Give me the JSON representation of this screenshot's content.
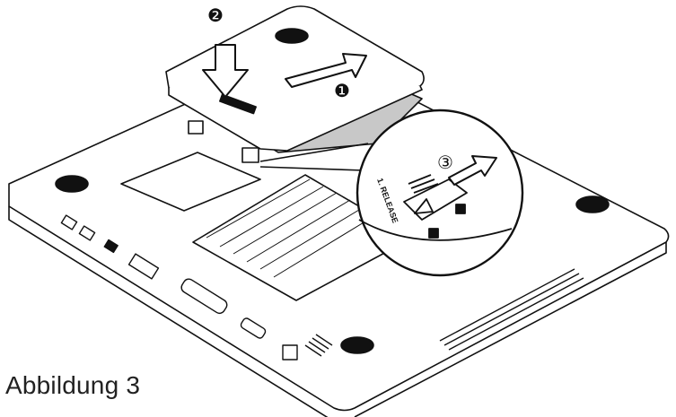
{
  "figure": {
    "caption": "Abbildung 3",
    "steps": [
      "❷",
      "❶",
      "③"
    ],
    "labels": {
      "release": "1. RELEASE"
    }
  },
  "colors": {
    "ink": "#111111",
    "shade": "#c8c8c8",
    "paper": "#ffffff"
  },
  "icons": [
    "laptop-bottom-illustration",
    "battery-pack",
    "push-arrow",
    "slide-arrow",
    "release-latch",
    "magnifier-callout"
  ]
}
